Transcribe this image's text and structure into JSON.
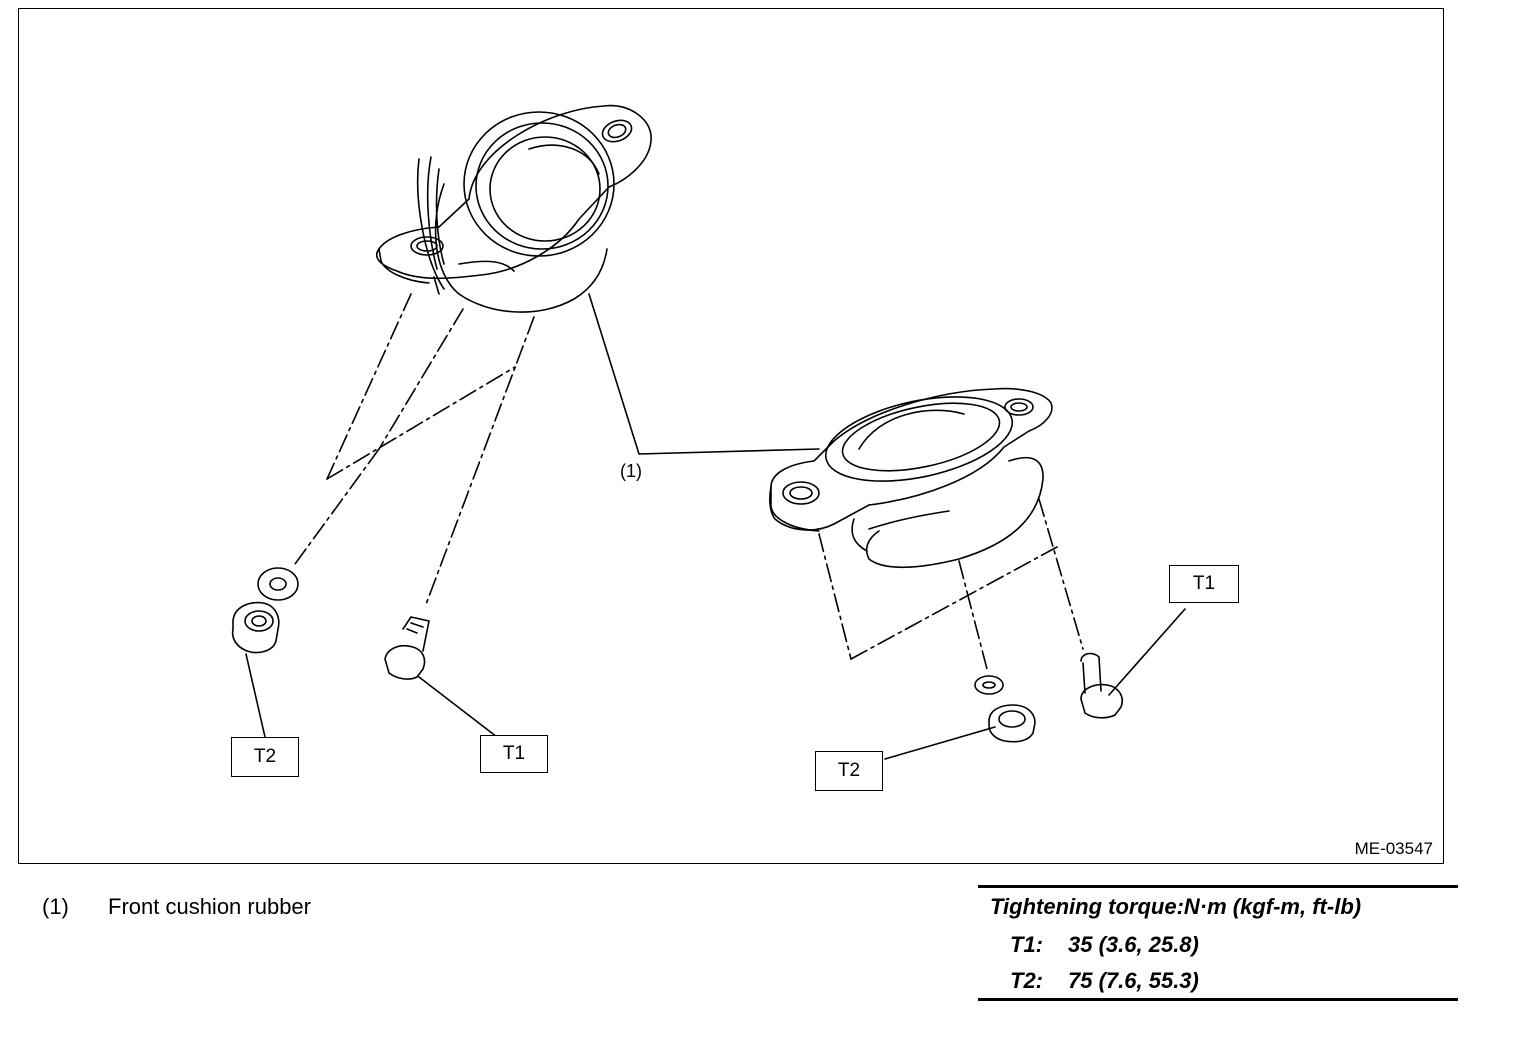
{
  "figure": {
    "id": "ME-03547",
    "callout": "(1)",
    "tags": [
      "T1",
      "T2",
      "T1",
      "T2"
    ]
  },
  "legend": {
    "items": [
      {
        "num": "(1)",
        "label": "Front cushion rubber"
      }
    ]
  },
  "torque": {
    "heading": "Tightening torque:N·m (kgf-m, ft-lb)",
    "rows": [
      {
        "key": "T1:",
        "value": "35 (3.6, 25.8)"
      },
      {
        "key": "T2:",
        "value": "75 (7.6, 55.3)"
      }
    ]
  }
}
